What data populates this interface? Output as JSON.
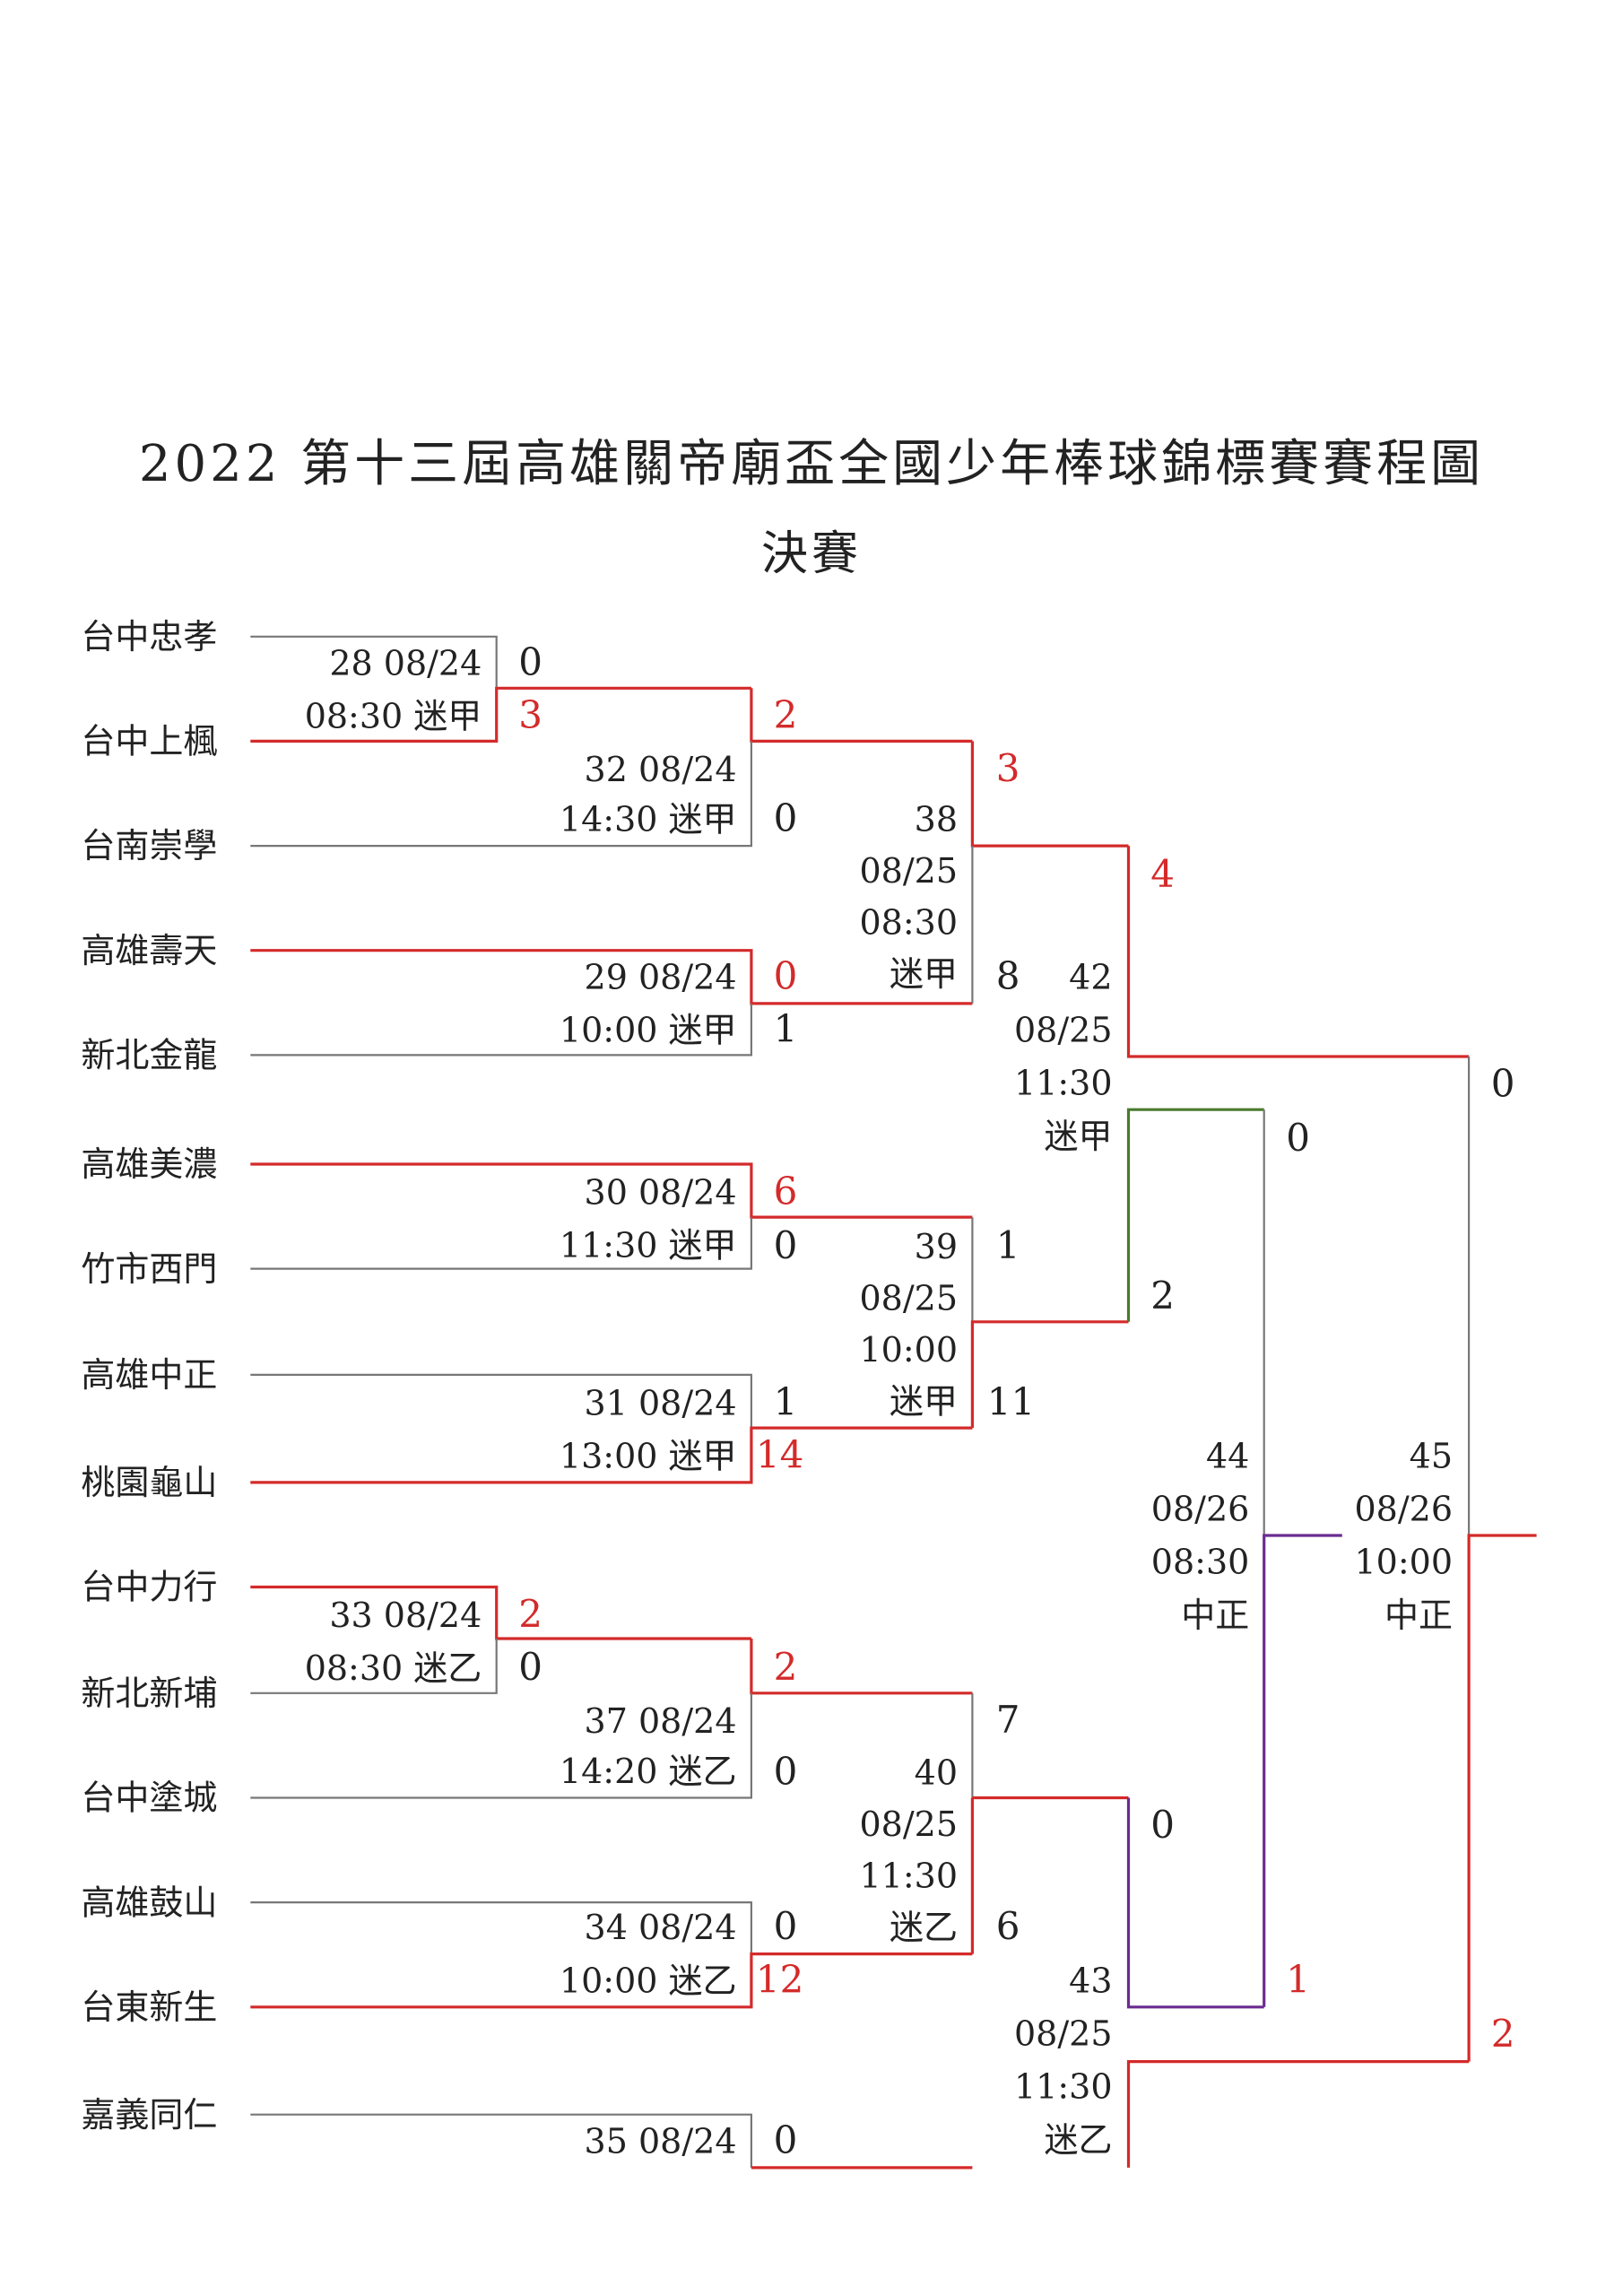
{
  "title": "2022 第十三屆高雄關帝廟盃全國少年棒球錦標賽賽程圖",
  "subtitle": "決賽",
  "colors": {
    "win": "#d42a2a",
    "line": "#777777",
    "green": "#4a7a2e",
    "purple": "#6a2c91",
    "text": "#222222"
  },
  "teams": [
    "台中忠孝",
    "台中上楓",
    "台南崇學",
    "高雄壽天",
    "新北金龍",
    "高雄美濃",
    "竹市西門",
    "高雄中正",
    "桃園龜山",
    "台中力行",
    "新北新埔",
    "台中塗城",
    "高雄鼓山",
    "台東新生",
    "嘉義同仁"
  ],
  "matches": [
    {
      "id": "28",
      "lines": [
        "28   08/24",
        "08:30   迷甲"
      ]
    },
    {
      "id": "32",
      "lines": [
        "32   08/24",
        "14:30   迷甲"
      ]
    },
    {
      "id": "29",
      "lines": [
        "29   08/24",
        "10:00   迷甲"
      ]
    },
    {
      "id": "30",
      "lines": [
        "30   08/24",
        "11:30   迷甲"
      ]
    },
    {
      "id": "31",
      "lines": [
        "31   08/24",
        "13:00   迷甲"
      ]
    },
    {
      "id": "33",
      "lines": [
        "33   08/24",
        "08:30   迷乙"
      ]
    },
    {
      "id": "37",
      "lines": [
        "37   08/24",
        "14:20   迷乙"
      ]
    },
    {
      "id": "34",
      "lines": [
        "34   08/24",
        "10:00   迷乙"
      ]
    },
    {
      "id": "35",
      "lines": [
        "35   08/24"
      ]
    },
    {
      "id": "38",
      "lines": [
        "38",
        "08/25",
        "08:30",
        "迷甲"
      ]
    },
    {
      "id": "39",
      "lines": [
        "39",
        "08/25",
        "10:00",
        "迷甲"
      ]
    },
    {
      "id": "40",
      "lines": [
        "40",
        "08/25",
        "11:30",
        "迷乙"
      ]
    },
    {
      "id": "42",
      "lines": [
        "42",
        "08/25",
        "11:30",
        "迷甲"
      ]
    },
    {
      "id": "43",
      "lines": [
        "43",
        "08/25",
        "11:30",
        "迷乙"
      ]
    },
    {
      "id": "44",
      "lines": [
        "44",
        "08/26",
        "08:30",
        "中正"
      ]
    },
    {
      "id": "45",
      "lines": [
        "45",
        "08/26",
        "10:00",
        "中正"
      ]
    }
  ],
  "scores": [
    "0",
    "3",
    "2",
    "0",
    "3",
    "8",
    "0",
    "1",
    "4",
    "6",
    "0",
    "1",
    "2",
    "1",
    "14",
    "11",
    "0",
    "2",
    "0",
    "0",
    "2",
    "7",
    "0",
    "0",
    "12",
    "6",
    "1",
    "0",
    "0",
    "2"
  ]
}
